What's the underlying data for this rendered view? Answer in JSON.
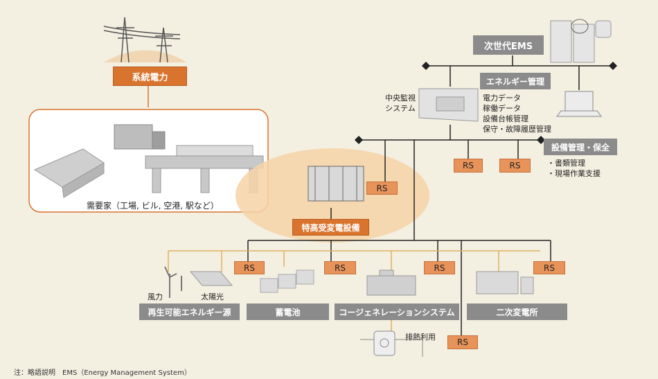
{
  "grid_label": "系統電力",
  "consumer_label": "需要家（工場, ビル, 空港, 駅など）",
  "substation_label": "特高受変電設備",
  "ems_label": "次世代EMS",
  "energy_mgmt": {
    "label": "エネルギー管理",
    "items": [
      "電力データ",
      "稼働データ",
      "設備台帳管理",
      "保守・故障履歴管理"
    ]
  },
  "central_label": [
    "中央監視",
    "システム"
  ],
  "maintenance": {
    "label": "設備管理・保全",
    "items": [
      "・書類管理",
      "・現場作業支援"
    ]
  },
  "rs_label": "RS",
  "renewable_label": "再生可能エネルギー源",
  "wind_label": "風力",
  "solar_label": "太陽光",
  "battery_label": "蓄電池",
  "cogen_label": "コージェネレーションシステム",
  "exhaust_label": "排熱利用",
  "secondary_label": "二次変電所",
  "note": "注：略語説明　EMS（Energy Management System）",
  "colors": {
    "accent": "#d9742f",
    "rs_fill": "#e8935a",
    "gray_box": "#8b8b8b",
    "background": "#f3efe1",
    "wire": "#222222",
    "feed": "#e0b060"
  }
}
